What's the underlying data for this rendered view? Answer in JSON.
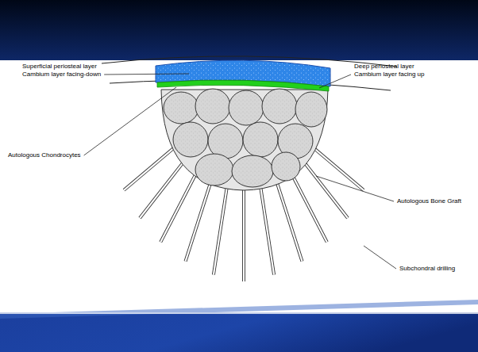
{
  "diagram": {
    "labels": [
      "Superficial periosteal layer",
      "Cambium layer facing-down",
      "Deep periosteal layer",
      "Cambium layer facing up",
      "Autologous Chondrocytes",
      "Autologous Bone Graft",
      "Subchondral drilling"
    ]
  }
}
